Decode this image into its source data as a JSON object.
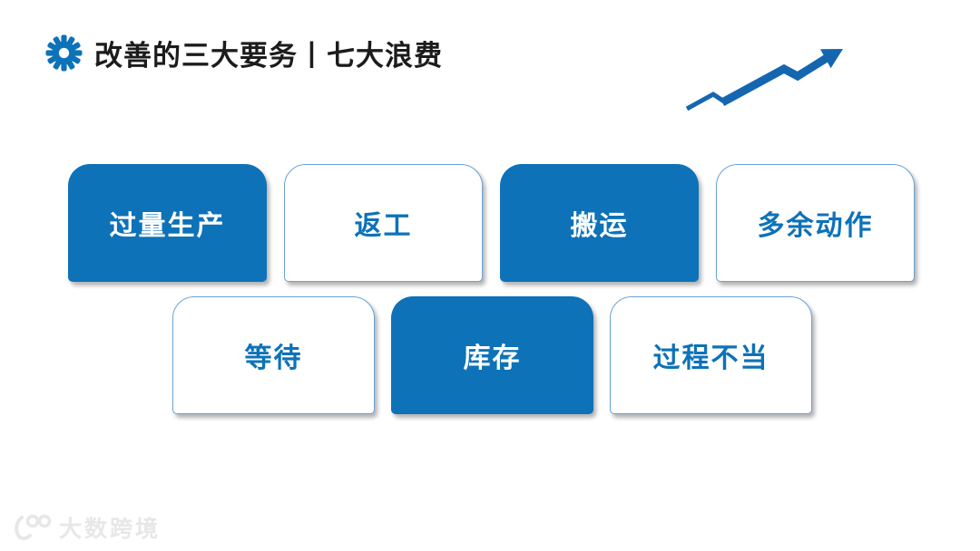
{
  "header": {
    "title": "改善的三大要务丨七大浪费",
    "gear_icon": "gear-icon"
  },
  "decoration": {
    "trend_arrow_icon": "trend-arrow-up-icon"
  },
  "cards": {
    "row1": [
      {
        "label": "过量生产",
        "variant": "filled"
      },
      {
        "label": "返工",
        "variant": "outline"
      },
      {
        "label": "搬运",
        "variant": "filled"
      },
      {
        "label": "多余动作",
        "variant": "outline"
      }
    ],
    "row2": [
      {
        "label": "等待",
        "variant": "outline"
      },
      {
        "label": "库存",
        "variant": "filled"
      },
      {
        "label": "过程不当",
        "variant": "outline"
      }
    ]
  },
  "watermark": {
    "logo_icon": "dashu-crossborder-logo-icon",
    "text": "大数跨境"
  },
  "colors": {
    "primary_blue": "#0d72b8",
    "arrow_blue": "#1566b0",
    "card_border_blue": "#6aa3d8",
    "card_filled_text": "#ffffff",
    "title_text": "#1c1c1c",
    "watermark_gray": "#e7e7e7"
  }
}
